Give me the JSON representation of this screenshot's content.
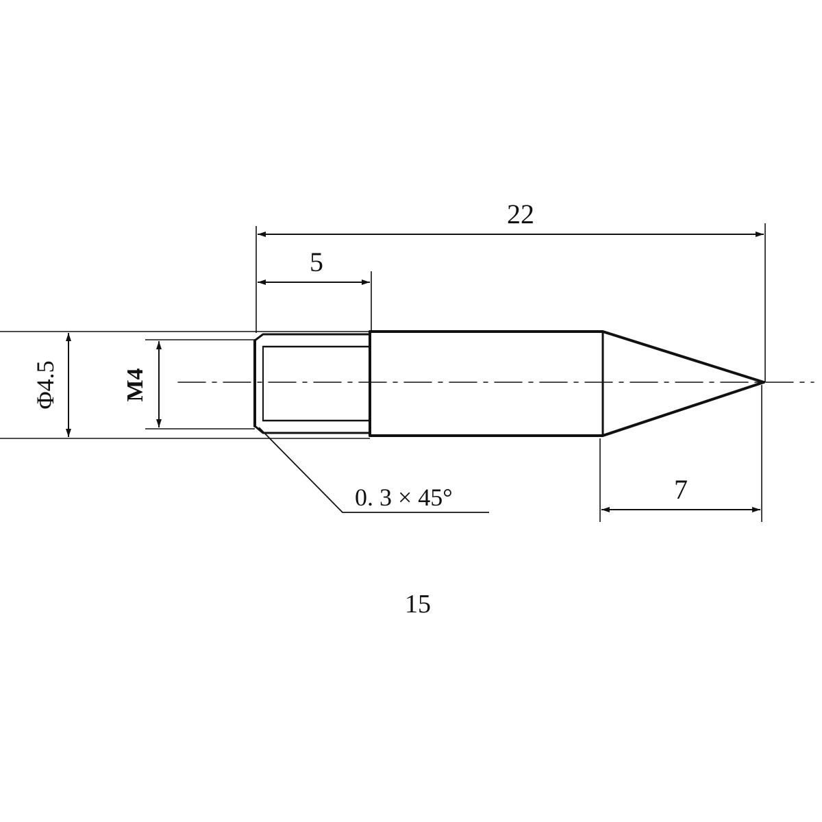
{
  "drawing": {
    "dimensions": {
      "total_length": "22",
      "thread_length": "5",
      "tip_length": "7",
      "outer_diameter": "Φ4.5",
      "thread_size": "M4",
      "chamfer": "0. 3 × 45°"
    },
    "figure_number": "15",
    "line_color": "#111111",
    "background": "#ffffff"
  }
}
